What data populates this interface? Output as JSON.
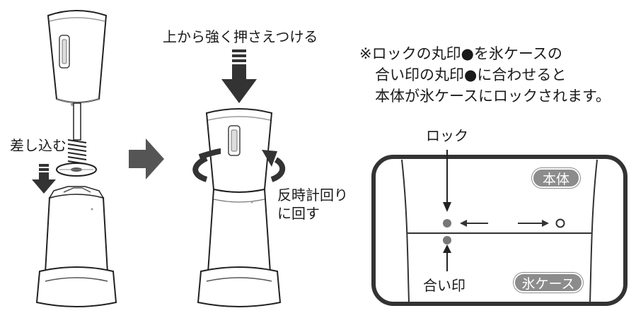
{
  "instructions": {
    "press_down": "上から強く押さえつける",
    "insert": "差し込む",
    "rotate_line1": "反時計回り",
    "rotate_line2": "に回す"
  },
  "note": {
    "line1": "※ロックの丸印●を氷ケースの",
    "line2": "合い印の丸印●に合わせると",
    "line3": "本体が氷ケースにロックされます。"
  },
  "detail": {
    "lock_label": "ロック",
    "match_mark_label": "合い印",
    "body_badge": "本体",
    "ice_case_badge": "氷ケース"
  },
  "colors": {
    "arrow": "#333333",
    "outline": "#222222",
    "badge": "#8c8c8c",
    "dot": "#777777",
    "step_arrow": "#555555"
  }
}
